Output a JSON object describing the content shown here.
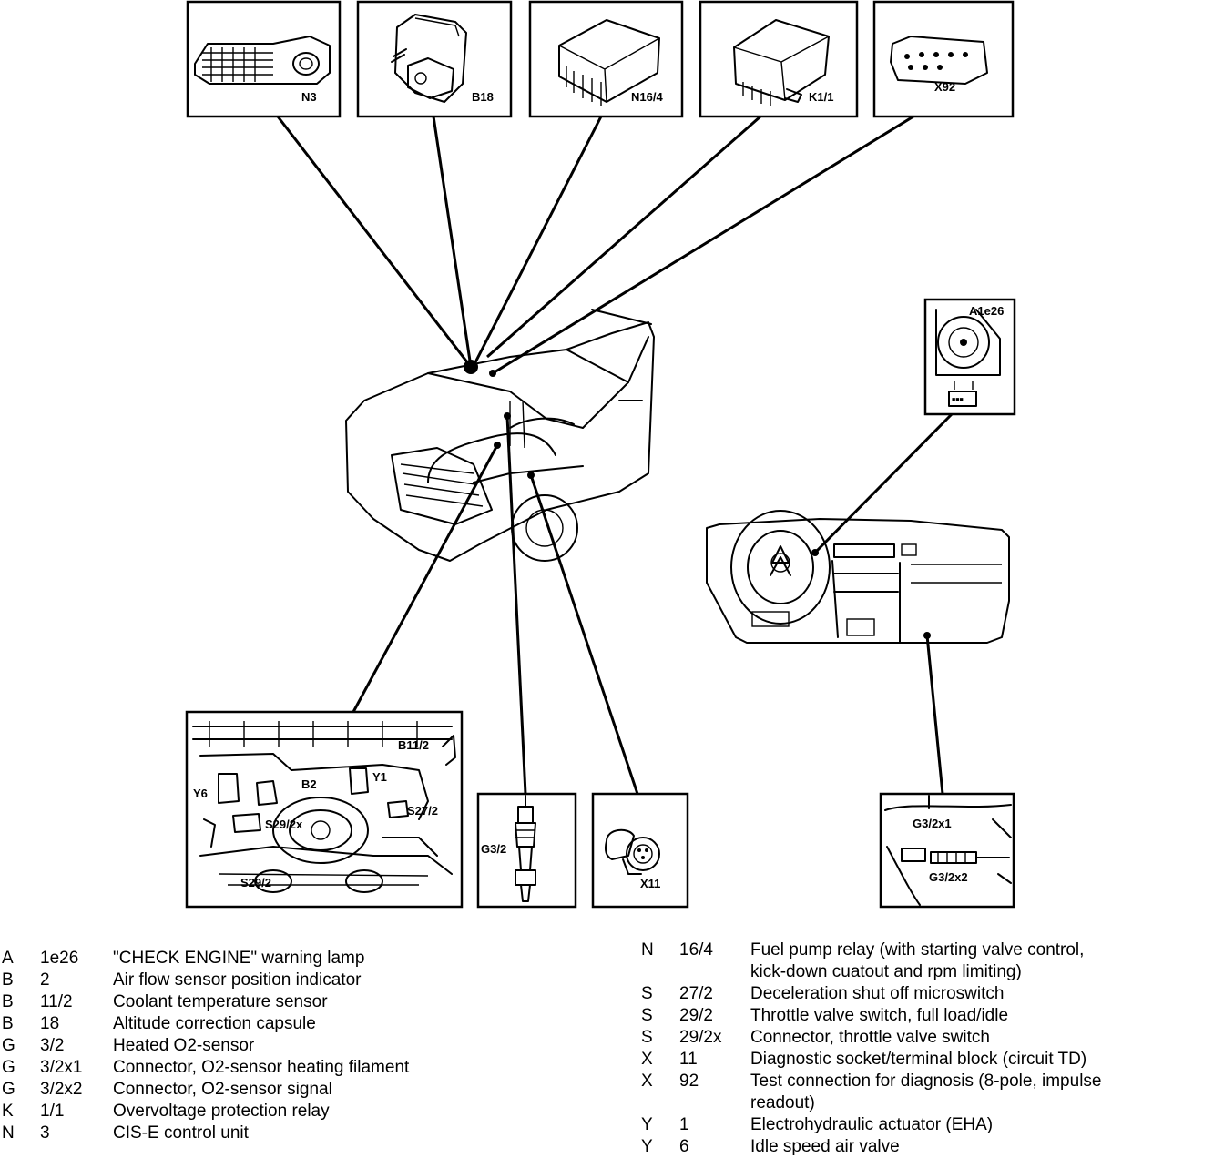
{
  "callouts": {
    "n3": "N3",
    "b18": "B18",
    "n16_4": "N16/4",
    "k1_1": "K1/1",
    "x92": "X92",
    "a1e26": "A1e26",
    "b11_2": "B11/2",
    "y6": "Y6",
    "b2": "B2",
    "y1": "Y1",
    "s27_2": "S27/2",
    "s29_2x": "S29/2x",
    "s29_2": "S29/2",
    "g3_2": "G3/2",
    "x11": "X11",
    "g3_2x1": "G3/2x1",
    "g3_2x2": "G3/2x2"
  },
  "legend": {
    "left": [
      {
        "letter": "A",
        "code": "1e26",
        "desc": "\"CHECK ENGINE\" warning lamp"
      },
      {
        "letter": "B",
        "code": "2",
        "desc": "Air flow sensor position indicator"
      },
      {
        "letter": "B",
        "code": "11/2",
        "desc": "Coolant temperature sensor"
      },
      {
        "letter": "B",
        "code": "18",
        "desc": "Altitude correction capsule"
      },
      {
        "letter": "G",
        "code": "3/2",
        "desc": "Heated O2-sensor"
      },
      {
        "letter": "G",
        "code": "3/2x1",
        "desc": "Connector, O2-sensor heating filament"
      },
      {
        "letter": "G",
        "code": "3/2x2",
        "desc": "Connector, O2-sensor signal"
      },
      {
        "letter": "K",
        "code": "1/1",
        "desc": "Overvoltage protection relay"
      },
      {
        "letter": "N",
        "code": "3",
        "desc": "CIS-E control unit"
      }
    ],
    "right": [
      {
        "letter": "N",
        "code": "16/4",
        "desc": "Fuel pump relay (with starting valve control,",
        "cont": "kick-down cuatout and rpm limiting)"
      },
      {
        "letter": "S",
        "code": "27/2",
        "desc": "Deceleration shut off microswitch"
      },
      {
        "letter": "S",
        "code": "29/2",
        "desc": "Throttle valve switch, full load/idle"
      },
      {
        "letter": "S",
        "code": "29/2x",
        "desc": "Connector, throttle valve switch"
      },
      {
        "letter": "X",
        "code": "11",
        "desc": "Diagnostic socket/terminal block (circuit TD)"
      },
      {
        "letter": "X",
        "code": "92",
        "desc": "Test connection for diagnosis (8-pole, impulse",
        "cont": "readout)"
      },
      {
        "letter": "Y",
        "code": "1",
        "desc": "Electrohydraulic actuator (EHA)"
      },
      {
        "letter": "Y",
        "code": "6",
        "desc": "Idle speed air valve"
      }
    ]
  }
}
